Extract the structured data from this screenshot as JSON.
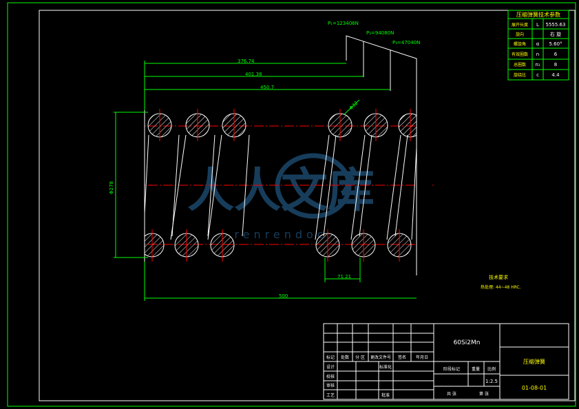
{
  "drawing": {
    "forces": {
      "p1": "P₁=123406N",
      "p2": "P₂=94080N",
      "p3": "P₃=47040N"
    },
    "dimensions": {
      "d1": "376.74",
      "d2": "401.38",
      "d3": "450.7",
      "height": "Φ278",
      "wire": "Φ32",
      "pitch": "71.21",
      "length": "500"
    },
    "notes": {
      "title": "技术要求",
      "hardness": "热处理: 44~48 HRC."
    },
    "watermark": {
      "cn": "人人文库",
      "en": "renrendoc"
    }
  },
  "params_table": {
    "title": "压缩弹簧技术参数",
    "rows": [
      {
        "name": "展开长度",
        "symbol": "L",
        "value": "5555.63"
      },
      {
        "name": "旋向",
        "symbol": "",
        "value": "右 旋"
      },
      {
        "name": "螺旋角",
        "symbol": "α",
        "value": "5.60°"
      },
      {
        "name": "有效圈数",
        "symbol": "n",
        "value": "6"
      },
      {
        "name": "总圈数",
        "symbol": "n₁",
        "value": "8"
      },
      {
        "name": "旋绕比",
        "symbol": "c",
        "value": "4.4"
      }
    ]
  },
  "title_block": {
    "material": "60Si2Mn",
    "part_name": "压缩弹簧",
    "drawing_no": "01-08-01",
    "scale": "1:2.5",
    "header_labels": [
      "标记",
      "处数",
      "分 区",
      "更改文件号",
      "签名",
      "年月日"
    ],
    "role_labels": [
      "设计",
      "校核",
      "审核",
      "工艺"
    ],
    "std_label": "标准化",
    "approve_label": "批准",
    "stage_label": "阶段标记",
    "weight_label": "重量",
    "scale_label": "比例",
    "sheets_total": "共  张",
    "sheet_no": "第  张"
  }
}
